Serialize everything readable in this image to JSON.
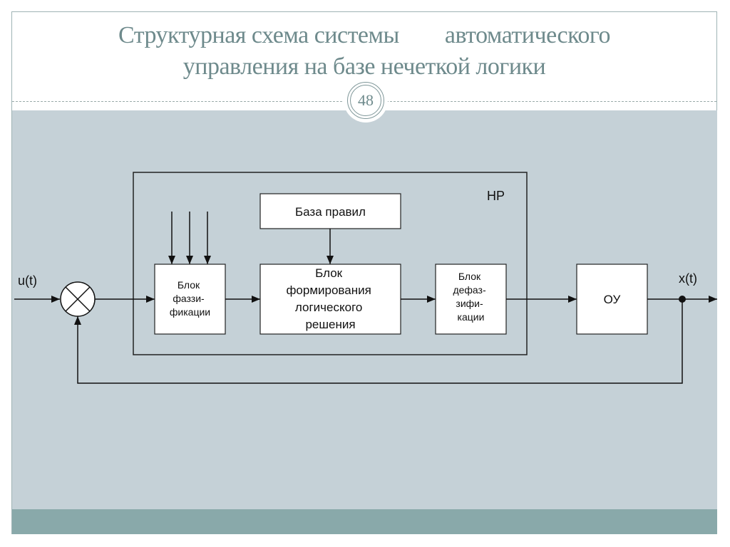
{
  "slide": {
    "title_lines": [
      "Структурная схема системы        автоматического",
      "управления на базе нечеткой логики"
    ],
    "page_number": "48",
    "colors": {
      "title": "#6e8a8c",
      "panel": "#c5d1d7",
      "footer_band": "#89a9aa",
      "block_fill": "#ffffff",
      "line": "#111111"
    }
  },
  "diagram": {
    "input_label": "u(t)",
    "output_label": "x(t)",
    "controller_label": "НР",
    "summing_junction": "summing-junction-icon",
    "blocks": {
      "rule_base": [
        "База правил"
      ],
      "fuzzification": [
        "Блок",
        "фаззи-",
        "фикации"
      ],
      "inference": [
        "Блок",
        "формирования",
        "логического",
        "решения"
      ],
      "defuzzification": [
        "Блок",
        "дефаз-",
        "зифи-",
        "кации"
      ],
      "plant": [
        "ОУ"
      ]
    }
  }
}
